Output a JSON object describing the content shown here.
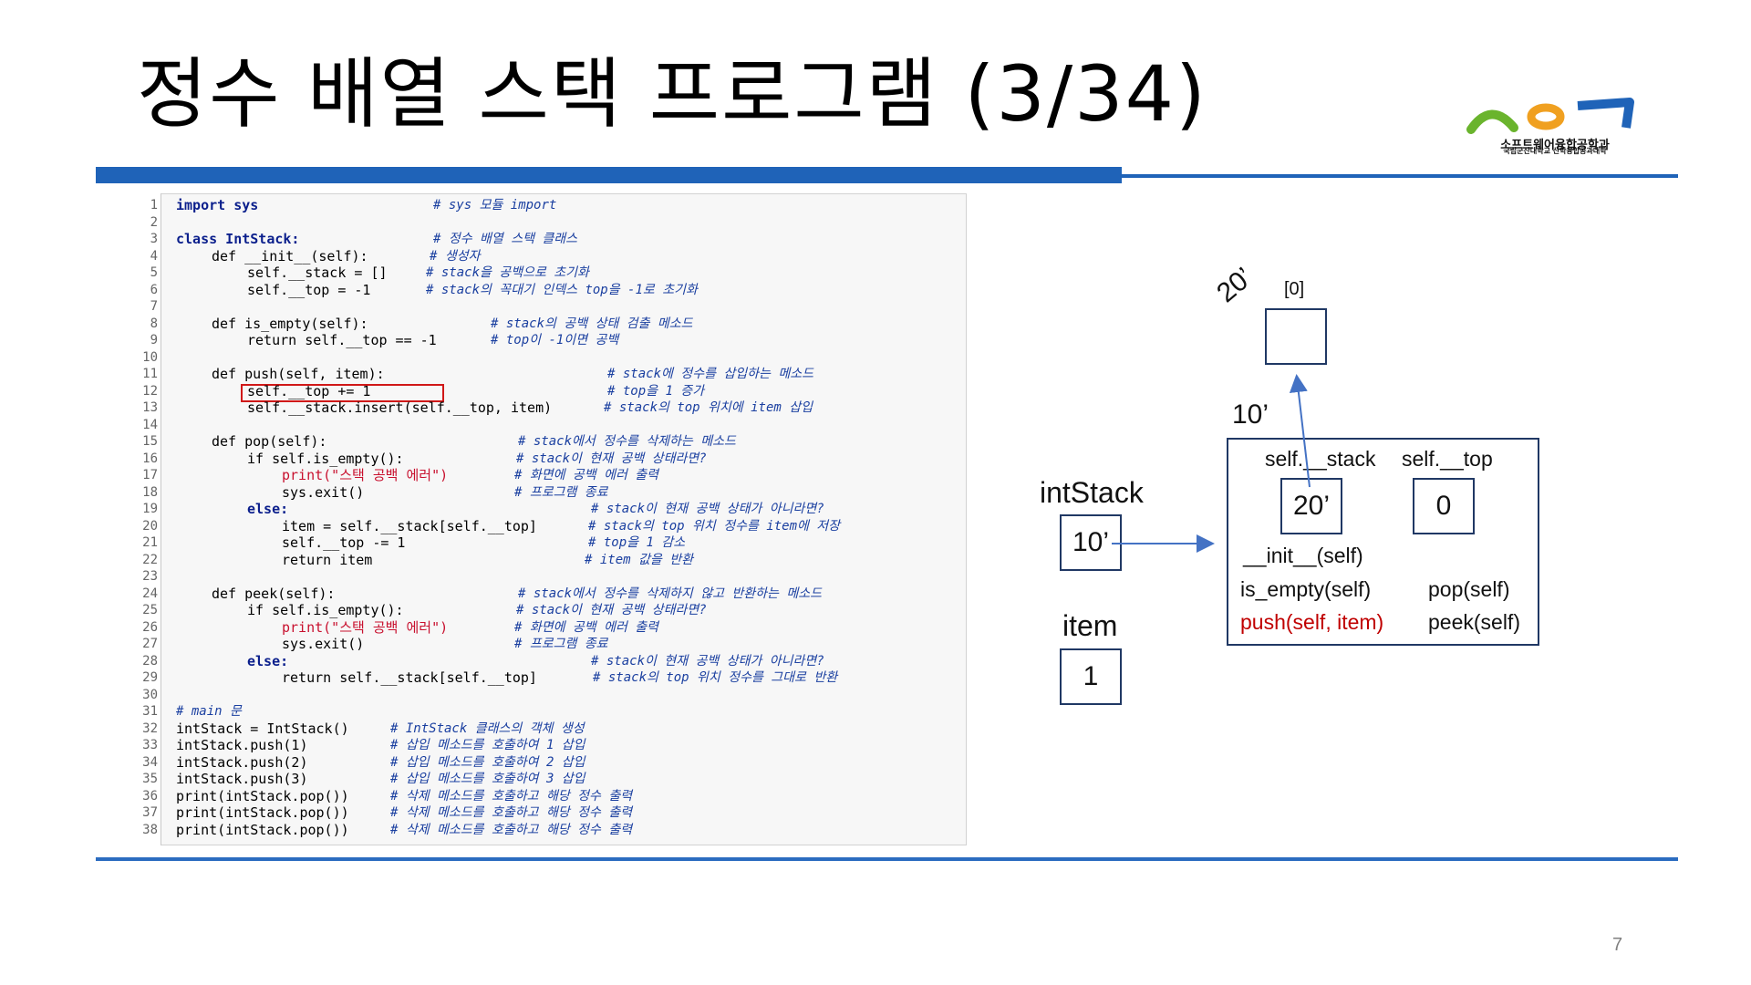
{
  "slide": {
    "title": "정수 배열 스택 프로그램 (3/34)",
    "page_number": "7",
    "accent_color": "#1f63b8"
  },
  "logo": {
    "name": "소프트웨어융합공학과",
    "subtitle": "국립군산대학교 산학융합공과대학",
    "colors": [
      "#6ab42d",
      "#f0a020",
      "#1f63b8"
    ]
  },
  "code": {
    "line_numbers": [
      "1",
      "2",
      "3",
      "4",
      "5",
      "6",
      "7",
      "8",
      "9",
      "10",
      "11",
      "12",
      "13",
      "14",
      "15",
      "16",
      "17",
      "18",
      "19",
      "20",
      "21",
      "22",
      "23",
      "24",
      "25",
      "26",
      "27",
      "28",
      "29",
      "30",
      "31",
      "32",
      "33",
      "34",
      "35",
      "36",
      "37",
      "38"
    ],
    "lines": {
      "l1": "import sys",
      "c1": "# sys 모듈 import",
      "l3": "class IntStack:",
      "c3": "# 정수 배열 스택 클래스",
      "l4": "def __init__(self):",
      "c4": "# 생성자",
      "l5": "self.__stack = []",
      "c5": "# stack을 공백으로 초기화",
      "l6": "self.__top = -1",
      "c6": "# stack의 꼭대기 인덱스 top을 -1로 초기화",
      "l8": "def is_empty(self):",
      "c8": "# stack의 공백 상태 검출 메소드",
      "l9": "return self.__top == -1",
      "c9": "# top이 -1이면 공백",
      "l11": "def push(self, item):",
      "c11": "# stack에 정수를 삽입하는 메소드",
      "l12": "self.__top += 1",
      "c12": "# top을 1 증가",
      "l13": "self.__stack.insert(self.__top, item)",
      "c13": "# stack의 top 위치에 item 삽입",
      "l15": "def pop(self):",
      "c15": "# stack에서 정수를 삭제하는 메소드",
      "l16": "if self.is_empty():",
      "c16": "# stack이 현재 공백 상태라면?",
      "l17": "print(\"스택 공백 에러\")",
      "c17": "# 화면에 공백 에러 출력",
      "l18": "sys.exit()",
      "c18": "# 프로그램 종료",
      "l19": "else:",
      "c19": "# stack이 현재 공백 상태가 아니라면?",
      "l20": "item = self.__stack[self.__top]",
      "c20": "# stack의 top 위치 정수를 item에 저장",
      "l21": "self.__top -= 1",
      "c21": "# top을 1 감소",
      "l22": "return item",
      "c22": "# item 값을 반환",
      "l24": "def peek(self):",
      "c24": "# stack에서 정수를 삭제하지 않고 반환하는 메소드",
      "l25": "if self.is_empty():",
      "c25": "# stack이 현재 공백 상태라면?",
      "l26": "print(\"스택 공백 에러\")",
      "c26": "# 화면에 공백 에러 출력",
      "l27": "sys.exit()",
      "c27": "# 프로그램 종료",
      "l28": "else:",
      "c28": "# stack이 현재 공백 상태가 아니라면?",
      "l29": "return self.__stack[self.__top]",
      "c29": "# stack의 top 위치 정수를 그대로 반환",
      "c31": "# main 문",
      "l32": "intStack = IntStack()",
      "c32": "# IntStack 클래스의 객체 생성",
      "l33": "intStack.push(1)",
      "c33": "# 삽입 메소드를 호출하여 1 삽입",
      "l34": "intStack.push(2)",
      "c34": "# 삽입 메소드를 호출하여 2 삽입",
      "l35": "intStack.push(3)",
      "c35": "# 삽입 메소드를 호출하여 3 삽입",
      "l36": "print(intStack.pop())",
      "c36": "# 삭제 메소드를 호출하고 해당 정수 출력",
      "l37": "print(intStack.pop())",
      "c37": "# 삭제 메소드를 호출하고 해당 정수 출력",
      "l38": "print(intStack.pop())",
      "c38": "# 삭제 메소드를 호출하고 해당 정수 출력"
    }
  },
  "diagram": {
    "intstack_label": "intStack",
    "intstack_ref": "10’",
    "item_label": "item",
    "item_value": "1",
    "object_addr": "10’",
    "stack_field_label": "self.__stack",
    "top_field_label": "self.__top",
    "stack_ref": "20’",
    "top_value": "0",
    "methods": {
      "init": "__init__(self)",
      "is_empty": "is_empty(self)",
      "pop": "pop(self)",
      "push": "push(self, item)",
      "peek": "peek(self)"
    },
    "list_addr": "20’",
    "list_index": "[0]",
    "list_cell_value": ""
  }
}
